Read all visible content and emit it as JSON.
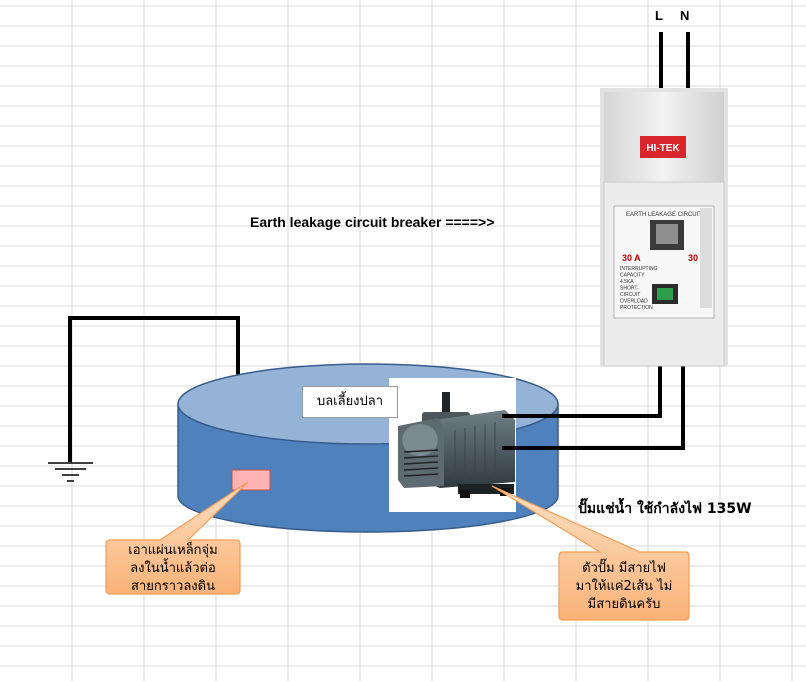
{
  "diagram": {
    "breaker_label": "Earth leakage circuit breaker ====>>",
    "terminal_L": "L",
    "terminal_N": "N",
    "tank_label": "บลเลี้ยงปลา",
    "pump_spec": "ปั๊มแช่น้ำ ใช้กำลังไฟ 135W",
    "callout_left": [
      "เอาแผ่นเหล็กจุ่ม",
      "ลงในน้ำแล้วต่อ",
      "สายกราวลงดิน"
    ],
    "callout_right": [
      "ตัวปั๊ม มีสายไฟ",
      "มาให้แค่2เส้น ไม่",
      "มีสายดินครับ"
    ],
    "breaker": {
      "brand": "HI-TEK",
      "panel_title": "EARTH LEAKAGE CIRCUIT",
      "rating": "30 A",
      "rating_right": "30",
      "small_text": [
        "INTERRUPTING",
        "CAPACITY",
        "4.5KA",
        "SHORT-",
        "CIRCUIT",
        "OVERLOAD",
        "PROTECTION"
      ]
    }
  },
  "colors": {
    "tank_top": "#95b3d7",
    "tank_body": "#4f81bd",
    "tank_edge": "#385d8a",
    "callout_fill": "#fbc08f",
    "callout_edge": "#f59d56",
    "plate_fill": "#ffb3b3",
    "wire": "#000000",
    "grid": "#d9d9d9"
  }
}
